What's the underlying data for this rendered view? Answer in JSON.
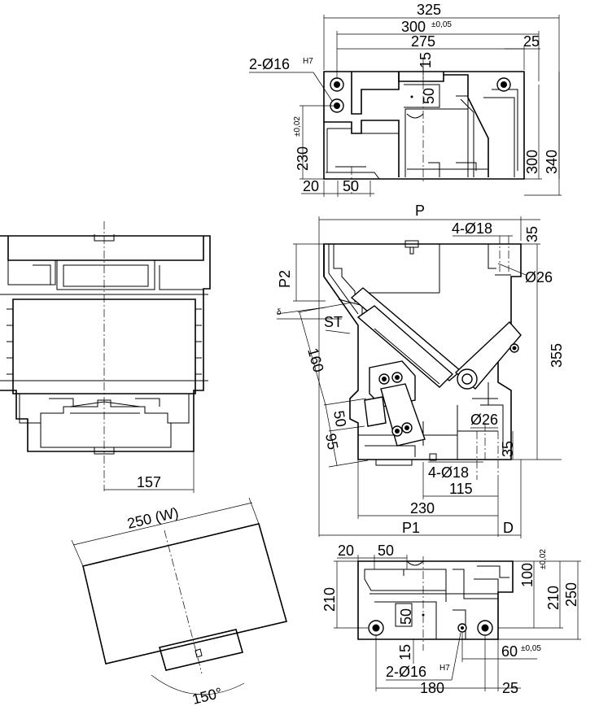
{
  "drawing": {
    "top_view": {
      "dims": [
        "325",
        "300",
        "±0,05",
        "275",
        "25",
        "15",
        "50",
        "2-Ø16",
        "H7",
        "230",
        "±0,02",
        "300",
        "340",
        "20",
        "50"
      ]
    },
    "side_view": {
      "dims": [
        "P",
        "4-Ø18",
        "35",
        "P2",
        "Ø26",
        "ST",
        "160",
        "355",
        "50",
        "95",
        "Ø26",
        "35",
        "4-Ø18",
        "115",
        "230",
        "P1",
        "D"
      ],
      "angle": "δ"
    },
    "bottom_view": {
      "dims": [
        "20",
        "50",
        "100",
        "±0,02",
        "210",
        "210",
        "250",
        "50",
        "15",
        "2-Ø16",
        "H7",
        "180",
        "60",
        "±0,05",
        "25"
      ]
    },
    "front_view": {
      "dims": [
        "157"
      ]
    },
    "swing_view": {
      "dims": [
        "250 (W)",
        "150°"
      ]
    }
  }
}
